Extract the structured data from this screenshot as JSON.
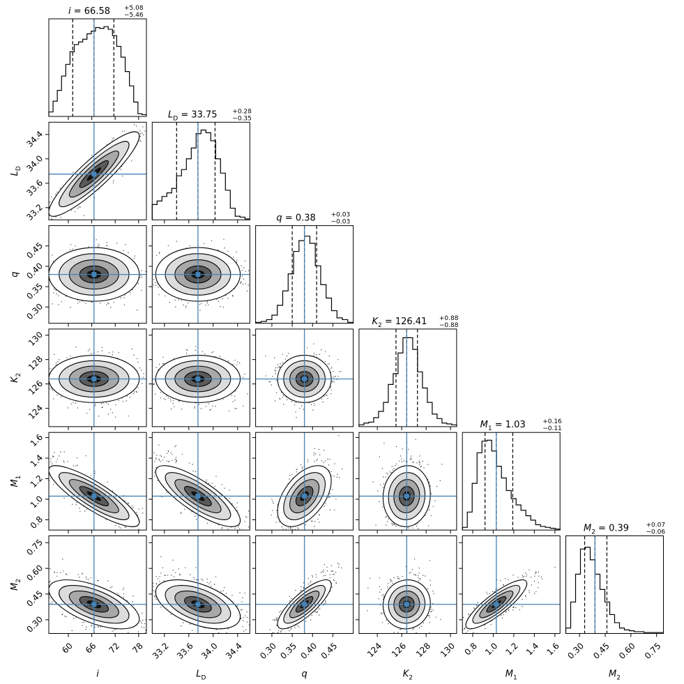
{
  "chart_data": {
    "type": "corner",
    "title": "",
    "grid": false,
    "truth_color": "#4682b4",
    "parameters": [
      {
        "key": "i",
        "label": "i",
        "label_sub": "",
        "median": 66.58,
        "plus": 5.08,
        "minus": 5.46,
        "title_text": "i = 66.58",
        "title_sup": "+5.08",
        "title_sub": "−5.46",
        "range": [
          55,
          80
        ],
        "ticks": [
          60,
          66,
          72,
          78
        ],
        "tick_labels": [
          "60",
          "66",
          "72",
          "78"
        ],
        "truth": 66.58
      },
      {
        "key": "L_D",
        "label": "L",
        "label_sub": "D",
        "median": 33.75,
        "plus": 0.28,
        "minus": 0.35,
        "title_text": "L_D = 33.75",
        "title_sup": "+0.28",
        "title_sub": "−0.35",
        "range": [
          33.0,
          34.6
        ],
        "ticks": [
          33.2,
          33.6,
          34.0,
          34.4
        ],
        "tick_labels": [
          "33.2",
          "33.6",
          "34.0",
          "34.4"
        ],
        "truth": 33.75
      },
      {
        "key": "q",
        "label": "q",
        "label_sub": "",
        "median": 0.38,
        "plus": 0.03,
        "minus": 0.03,
        "title_text": "q = 0.38",
        "title_sup": "+0.03",
        "title_sub": "−0.03",
        "range": [
          0.26,
          0.5
        ],
        "ticks": [
          0.3,
          0.35,
          0.4,
          0.45
        ],
        "tick_labels": [
          "0.30",
          "0.35",
          "0.40",
          "0.45"
        ],
        "truth": 0.38
      },
      {
        "key": "K_2",
        "label": "K",
        "label_sub": "2",
        "median": 126.41,
        "plus": 0.88,
        "minus": 0.88,
        "title_text": "K_2 = 126.41",
        "title_sup": "+0.88",
        "title_sub": "−0.88",
        "range": [
          122.5,
          130.5
        ],
        "ticks": [
          124,
          126,
          128,
          130
        ],
        "tick_labels": [
          "124",
          "126",
          "128",
          "130"
        ],
        "truth": 126.41
      },
      {
        "key": "M_1",
        "label": "M",
        "label_sub": "1",
        "median": 1.03,
        "plus": 0.16,
        "minus": 0.11,
        "title_text": "M_1 = 1.03",
        "title_sup": "+0.16",
        "title_sub": "−0.11",
        "range": [
          0.7,
          1.65
        ],
        "ticks": [
          0.8,
          1.0,
          1.2,
          1.4,
          1.6
        ],
        "tick_labels": [
          "0.8",
          "1.0",
          "1.2",
          "1.4",
          "1.6"
        ],
        "truth": 1.03
      },
      {
        "key": "M_2",
        "label": "M",
        "label_sub": "2",
        "median": 0.39,
        "plus": 0.07,
        "minus": 0.06,
        "title_text": "M_2 = 0.39",
        "title_sup": "+0.07",
        "title_sub": "−0.06",
        "range": [
          0.22,
          0.79
        ],
        "ticks": [
          0.3,
          0.45,
          0.6,
          0.75
        ],
        "tick_labels": [
          "0.30",
          "0.45",
          "0.60",
          "0.75"
        ],
        "truth": 0.39
      }
    ],
    "histograms": {
      "i": [
        0.05,
        0.17,
        0.29,
        0.45,
        0.58,
        0.72,
        0.8,
        0.83,
        0.86,
        0.92,
        0.95,
        0.99,
        0.98,
        1.0,
        0.97,
        0.9,
        0.78,
        0.66,
        0.5,
        0.34,
        0.16,
        0.03,
        0.02
      ],
      "L_D": [
        0.17,
        0.21,
        0.26,
        0.3,
        0.35,
        0.49,
        0.56,
        0.68,
        0.8,
        0.96,
        1.0,
        0.97,
        0.88,
        0.68,
        0.52,
        0.33,
        0.13,
        0.04,
        0.03,
        0.01
      ],
      "q": [
        0.01,
        0.02,
        0.04,
        0.09,
        0.2,
        0.36,
        0.55,
        0.8,
        0.92,
        0.97,
        0.89,
        0.64,
        0.43,
        0.28,
        0.14,
        0.06,
        0.04,
        0.01
      ],
      "K_2": [
        0.02,
        0.04,
        0.05,
        0.1,
        0.17,
        0.27,
        0.47,
        0.59,
        0.82,
        0.99,
        0.99,
        0.86,
        0.61,
        0.43,
        0.27,
        0.14,
        0.09,
        0.04,
        0.03,
        0.02
      ],
      "M_1": [
        0.03,
        0.2,
        0.52,
        0.86,
        0.99,
        1.0,
        0.88,
        0.71,
        0.58,
        0.44,
        0.35,
        0.28,
        0.22,
        0.16,
        0.11,
        0.06,
        0.04,
        0.03,
        0.02,
        0.01
      ],
      "M_2": [
        0.06,
        0.35,
        0.66,
        0.94,
        0.96,
        0.82,
        0.66,
        0.49,
        0.35,
        0.21,
        0.12,
        0.06,
        0.04,
        0.03,
        0.02,
        0.02,
        0.01,
        0.01,
        0.01,
        0.01
      ]
    },
    "correlations": {
      "L_D|i": 0.9,
      "q|i": 0.0,
      "q|L_D": 0.0,
      "K_2|i": 0.0,
      "K_2|L_D": 0.0,
      "K_2|q": 0.0,
      "M_1|i": -0.85,
      "M_1|L_D": -0.8,
      "M_1|q": 0.5,
      "M_1|K_2": 0.05,
      "M_2|i": -0.6,
      "M_2|L_D": -0.5,
      "M_2|q": 0.8,
      "M_2|K_2": 0.05,
      "M_2|M_1": 0.85
    }
  }
}
